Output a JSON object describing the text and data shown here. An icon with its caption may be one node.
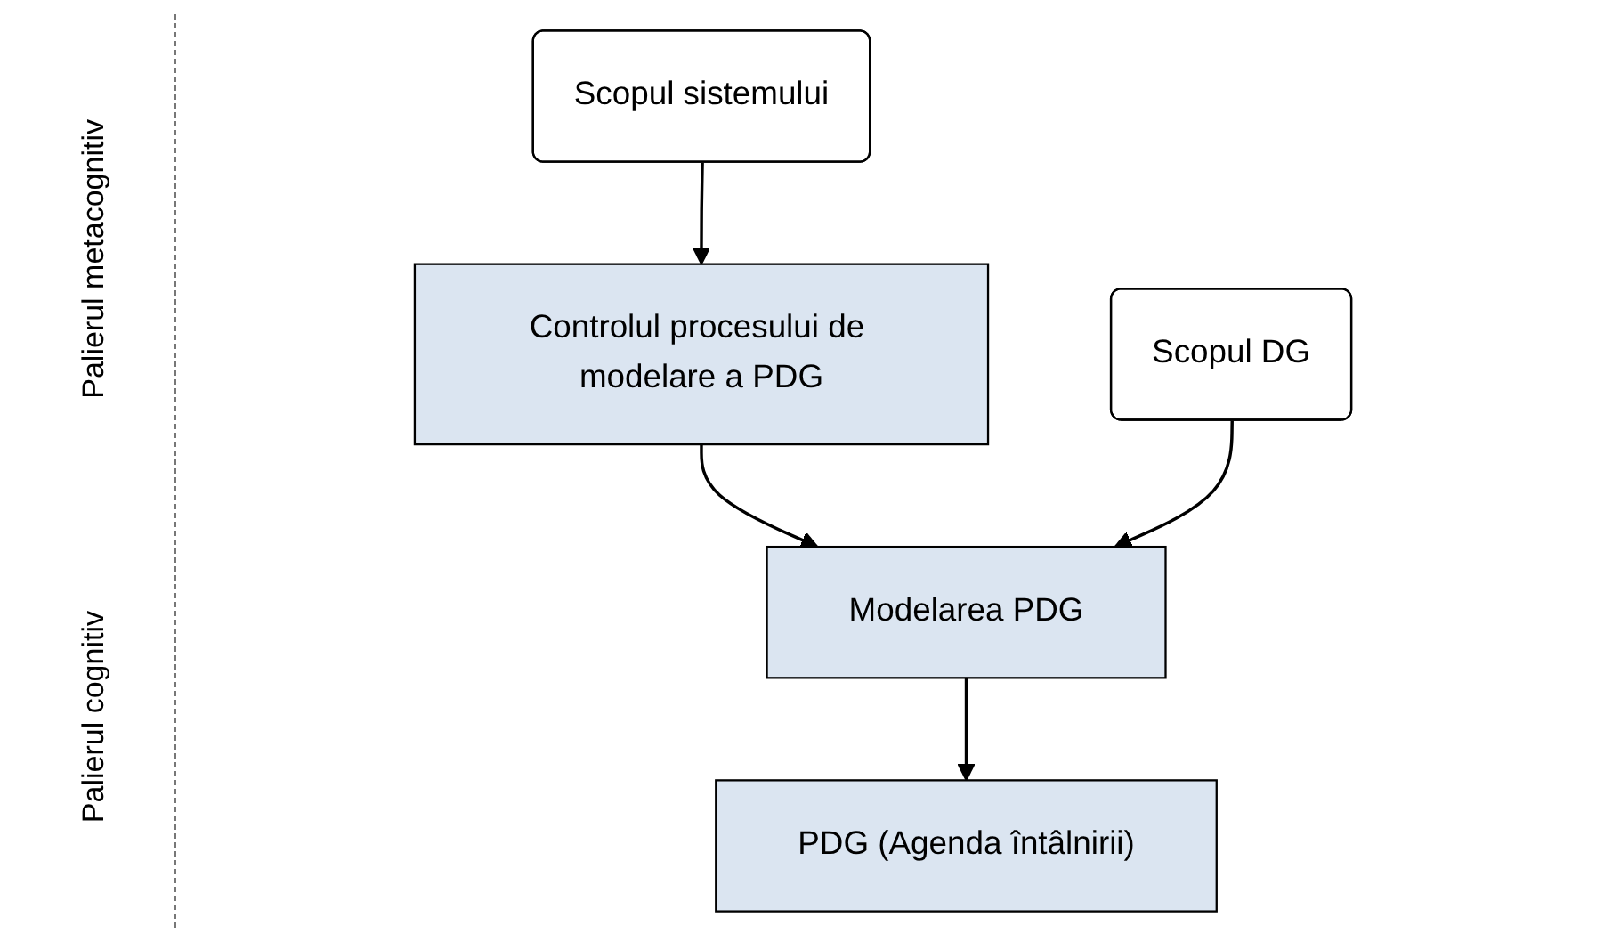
{
  "diagram": {
    "nodes": [
      {
        "text": [
          "Controlul procesului de modelare a PDG"
        ]
      },
      {
        "text": [
          "Scopul sistemului"
        ]
      },
      {
        "text": [
          "Modelarea PDG"
        ]
      },
      {
        "text": [
          "Scopul DG"
        ]
      },
      {
        "text": [
          "PDG (Agenda întâlnirii)"
        ]
      }
    ],
    "edges": [
      {
        "from": 1,
        "to": 0,
        "arrow": "to"
      },
      {
        "from": 0,
        "to": 2,
        "arrow": "to"
      },
      {
        "from": 3,
        "to": 2,
        "arrow": "to"
      },
      {
        "from": 2,
        "to": 4,
        "arrow": "to"
      }
    ],
    "labels": [
      "Palierul metacognitiv",
      "Palierul cognitiv"
    ]
  }
}
